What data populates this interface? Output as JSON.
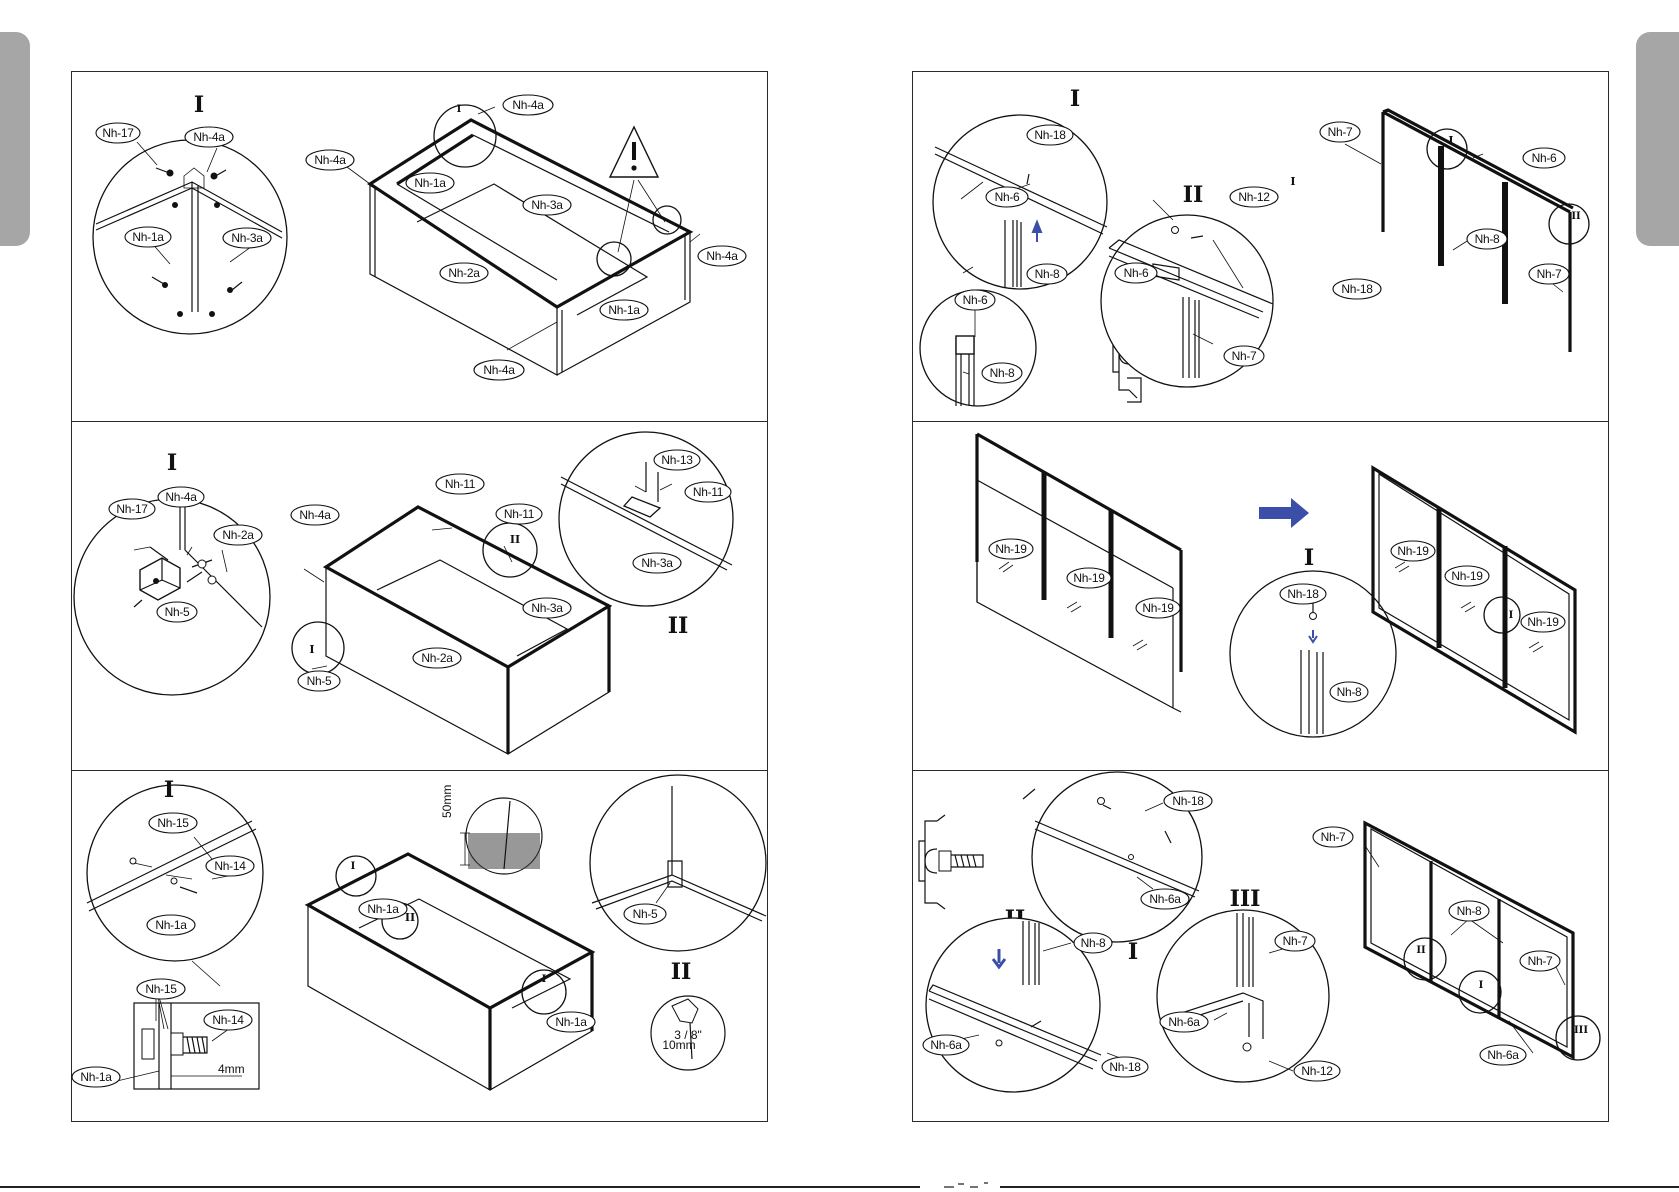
{
  "left_page": {
    "panels": [
      {
        "step_markers": [
          "I"
        ],
        "callouts": [
          "Nh-17",
          "Nh-4a",
          "Nh-1a",
          "Nh-3a",
          "Nh-4a",
          "Nh-4a",
          "Nh-1a",
          "Nh-3a",
          "Nh-2a",
          "Nh-4a",
          "Nh-1a",
          "Nh-4a"
        ],
        "detail_markers": [
          "I"
        ],
        "icons": [
          "warning-triangle-icon"
        ]
      },
      {
        "step_markers": [
          "I",
          "II"
        ],
        "callouts": [
          "Nh-4a",
          "Nh-17",
          "Nh-2a",
          "Nh-5",
          "Nh-11",
          "Nh-4a",
          "Nh-11",
          "Nh-3a",
          "Nh-2a",
          "Nh-5",
          "Nh-13",
          "Nh-11",
          "Nh-3a"
        ],
        "detail_markers": [
          "II",
          "I"
        ]
      },
      {
        "step_markers": [
          "I",
          "II"
        ],
        "callouts": [
          "Nh-15",
          "Nh-14",
          "Nh-1a",
          "Nh-15",
          "Nh-14",
          "Nh-1a",
          "Nh-1a",
          "Nh-1a",
          "Nh-5"
        ],
        "detail_markers": [
          "I",
          "II",
          "I"
        ],
        "dimensions": {
          "depth": "50mm",
          "gap": "4mm",
          "drill_inch": "3 / 8\"",
          "drill_mm": "10mm"
        },
        "icons": [
          "drill-icon"
        ]
      }
    ]
  },
  "right_page": {
    "panels": [
      {
        "step_markers": [
          "I",
          "II"
        ],
        "callouts": [
          "Nh-18",
          "Nh-6",
          "Nh-8",
          "Nh-6",
          "Nh-8",
          "Nh-12",
          "Nh-6",
          "Nh-18",
          "Nh-7",
          "Nh-7",
          "Nh-6",
          "Nh-8",
          "Nh-7"
        ],
        "detail_markers": [
          "I",
          "II"
        ]
      },
      {
        "step_markers": [
          "I"
        ],
        "callouts": [
          "Nh-19",
          "Nh-19",
          "Nh-19",
          "Nh-18",
          "Nh-8",
          "Nh-19",
          "Nh-19",
          "Nh-19"
        ],
        "detail_markers": [
          "I"
        ],
        "icons": [
          "arrow-right-icon"
        ]
      },
      {
        "step_markers": [
          "I",
          "II",
          "III"
        ],
        "callouts": [
          "Nh-18",
          "Nh-6a",
          "Nh-8",
          "Nh-6a",
          "Nh-18",
          "Nh-7",
          "Nh-6a",
          "Nh-12",
          "Nh-7",
          "Nh-8",
          "Nh-7",
          "Nh-6a"
        ],
        "detail_markers": [
          "II",
          "I",
          "III"
        ],
        "icons": [
          "arrow-down-icon"
        ]
      }
    ]
  },
  "colors": {
    "side_tab": "#a6a6a6",
    "accent_arrow": "#3b4fa8",
    "line": "#111111"
  }
}
